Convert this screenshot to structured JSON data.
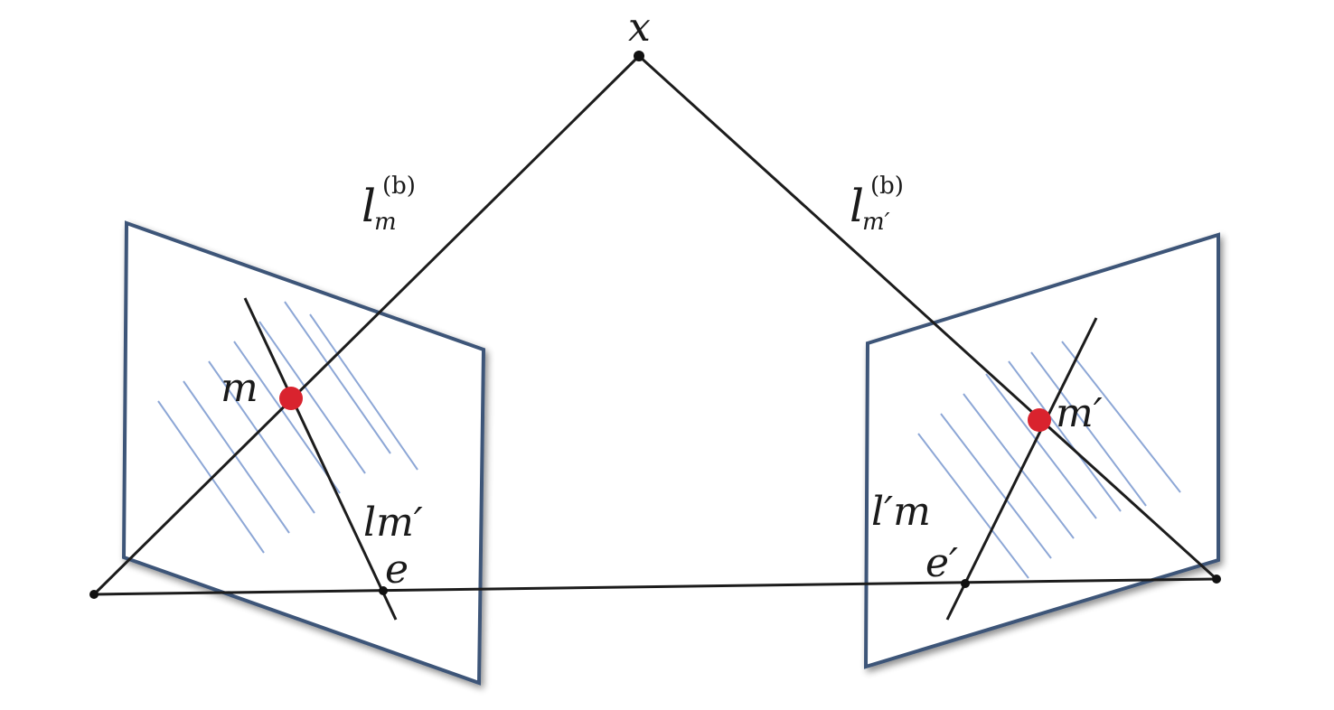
{
  "labels": {
    "world_point": "x",
    "ray_left_main": "l",
    "ray_left_sub": "m",
    "ray_left_sup": "(b)",
    "ray_right_main": "l",
    "ray_right_sub": "m′",
    "ray_right_sup": "(b)",
    "point_left": "m",
    "point_right": "m′",
    "epiline_left": "lm′",
    "epiline_right": "l′m",
    "epipole_left": "e",
    "epipole_right": "e′"
  },
  "colors": {
    "plane_border": "#3d5478",
    "hatch": "#8da7d6",
    "projection_point": "#d9232e",
    "line": "#1c1c1c"
  }
}
